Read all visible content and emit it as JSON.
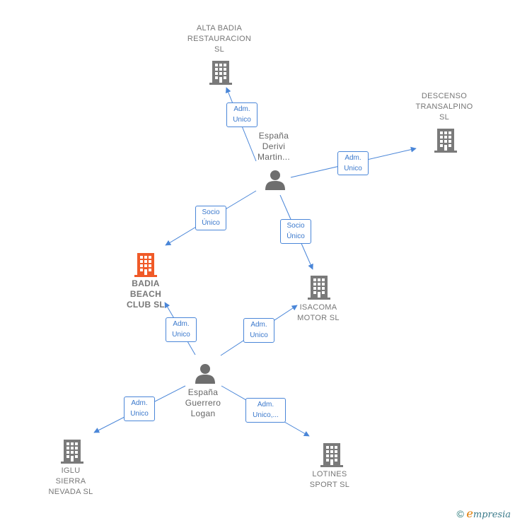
{
  "nodes": {
    "alta_badia": "ALTA BADIA\nRESTAURACION\nSL",
    "descenso": "DESCENSO\nTRANSALPINO\nSL",
    "derivi": "España\nDerivi\nMartin...",
    "badia_beach": "BADIA\nBEACH\nCLUB  SL",
    "isacoma": "ISACOMA\nMOTOR  SL",
    "guerrero": "España\nGuerrero\nLogan",
    "iglu": "IGLU\nSIERRA\nNEVADA  SL",
    "lotines": "LOTINES\nSPORT  SL"
  },
  "edges": {
    "derivi_alta": "Adm.\nUnico",
    "derivi_descenso": "Adm.\nUnico",
    "derivi_badia": "Socio\nÚnico",
    "derivi_isacoma": "Socio\nÚnico",
    "guerrero_badia": "Adm.\nUnico",
    "guerrero_isacoma": "Adm.\nUnico",
    "guerrero_iglu": "Adm.\nUnico",
    "guerrero_lotines": "Adm.\nUnico,..."
  },
  "footer": {
    "copyright": "©",
    "brand_first": "e",
    "brand_rest": "mpresia"
  },
  "colors": {
    "edge": "#4a86d8",
    "building": "#7a7a7a",
    "main_building": "#f05a28",
    "person": "#6e6e6e"
  }
}
